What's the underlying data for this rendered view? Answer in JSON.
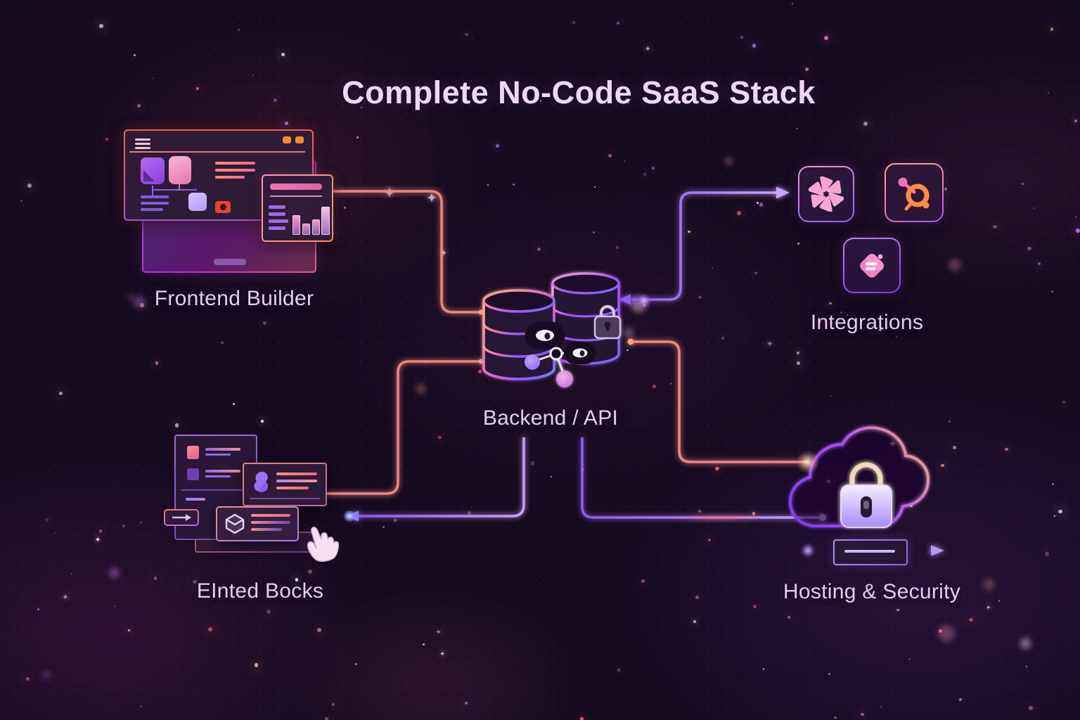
{
  "title": "Complete No-Code SaaS Stack",
  "nodes": {
    "frontend": {
      "label": "Frontend Builder",
      "icon": "browser-builder-illustration"
    },
    "backend": {
      "label": "Backend / API",
      "icon": "database-cylinders-illustration"
    },
    "integrations": {
      "label": "Integrations",
      "icons": [
        "pinwheel-app-icon",
        "hubspot-app-icon",
        "stack-app-icon"
      ]
    },
    "embed": {
      "label": "EInted Bocks",
      "icon": "embed-cards-cursor-illustration"
    },
    "hosting": {
      "label": "Hosting & Security",
      "icon": "cloud-lock-illustration"
    }
  },
  "edges": [
    {
      "from": "frontend",
      "to": "backend",
      "style": "salmon-line"
    },
    {
      "from": "backend",
      "to": "integrations",
      "style": "purple-arrow"
    },
    {
      "from": "backend",
      "to": "embed",
      "style": "salmon-line"
    },
    {
      "from": "backend",
      "to": "embed",
      "style": "purple-arrow"
    },
    {
      "from": "backend",
      "to": "hosting",
      "style": "salmon-line"
    },
    {
      "from": "backend",
      "to": "hosting",
      "style": "purple-line"
    },
    {
      "from": "hosting",
      "to": "outbound",
      "style": "purple-arrow"
    }
  ],
  "colors": {
    "background": "#150a1e",
    "title_text": "#eed7f4",
    "label_text": "#e4cdf0",
    "salmon_line": "#f2857d",
    "purple_line": "#a873f5",
    "orange_accent": "#ff8c42",
    "pink_accent": "#f472b6"
  }
}
